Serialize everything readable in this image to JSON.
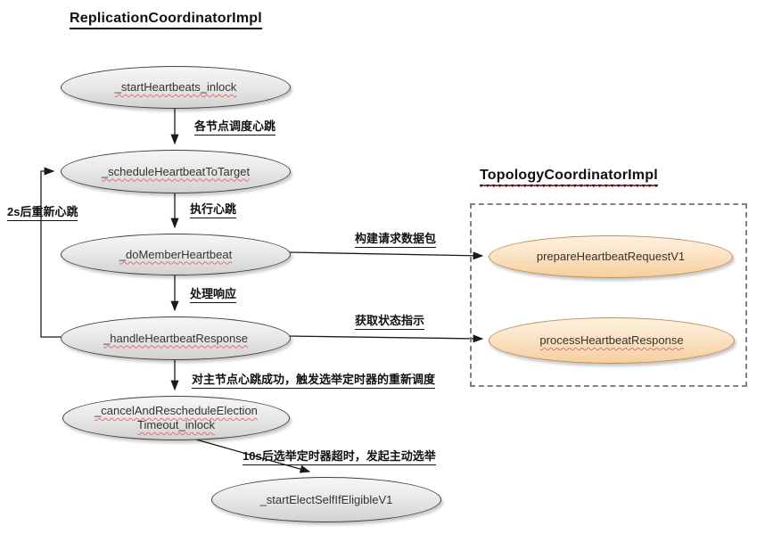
{
  "titles": {
    "replication": "ReplicationCoordinatorImpl",
    "topology": "TopologyCoordinatorImpl"
  },
  "nodes": {
    "start_heartbeats": "_startHeartbeats_inlock",
    "schedule_heartbeat": "_scheduleHeartbeatToTarget",
    "do_member_heartbeat": "_doMemberHeartbeat",
    "handle_heartbeat_response": "_handleHeartbeatResponse",
    "cancel_reschedule_line1": "_cancelAndRescheduleElection",
    "cancel_reschedule_line2": "Timeout_inlock",
    "start_elect": "_startElectSelfIfEligibleV1",
    "prepare_request": "prepareHeartbeatRequestV1",
    "process_response": "processHeartbeatResponse"
  },
  "edge_labels": {
    "schedule": "各节点调度心跳",
    "execute": "执行心跳",
    "process": "处理响应",
    "reschedule_election": "对主节点心跳成功，触发选举定时器的重新调度",
    "election_timeout": "10s后选举定时器超时，发起主动选举",
    "build_request": "构建请求数据包",
    "get_status": "获取状态指示",
    "retry": "2s后重新心跳"
  },
  "colors": {
    "gray_node_top": "#f6f6f6",
    "gray_node_bottom": "#d2d2d2",
    "gray_node_border": "#404040",
    "orange_node_top": "#fdf1de",
    "orange_node_bottom": "#f5cfa0",
    "orange_node_border": "#bf8f56",
    "arrow": "#1a1a1a",
    "dashed_border": "#808080",
    "squiggle": "#e07070",
    "text": "#333333"
  }
}
